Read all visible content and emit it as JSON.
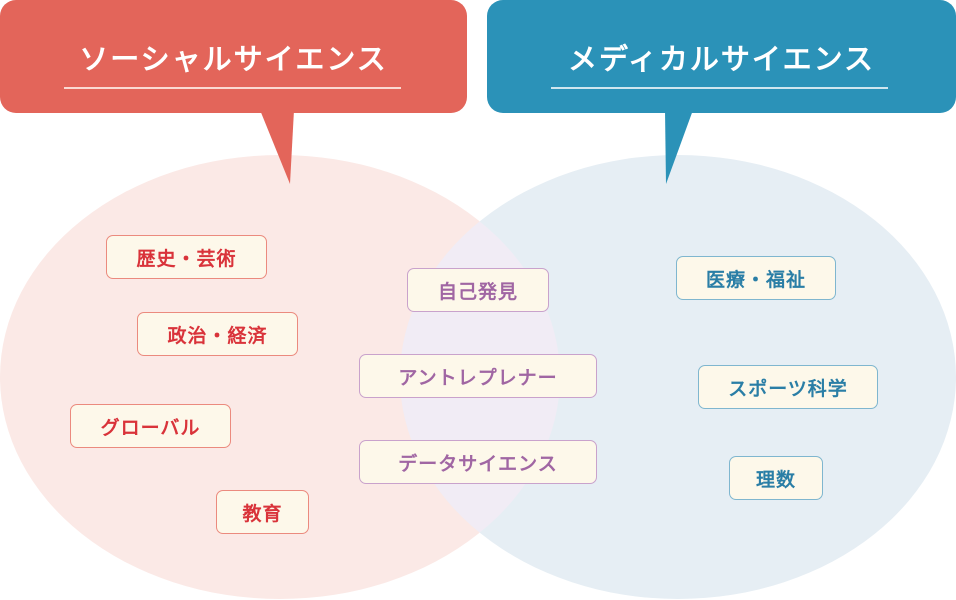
{
  "colors": {
    "social": "#e3655a",
    "medical": "#2b92b8",
    "shared": "#a066a3"
  },
  "social": {
    "title": "ソーシャルサイエンス",
    "items": [
      "歴史・芸術",
      "政治・経済",
      "グローバル",
      "教育"
    ]
  },
  "shared": {
    "items": [
      "自己発見",
      "アントレプレナー",
      "データサイエンス"
    ]
  },
  "medical": {
    "title": "メディカルサイエンス",
    "items": [
      "医療・福祉",
      "スポーツ科学",
      "理数"
    ]
  }
}
